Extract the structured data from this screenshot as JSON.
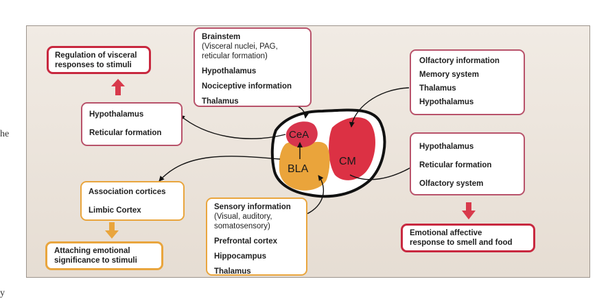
{
  "edge_fragments": {
    "left": "he",
    "bottom": "y"
  },
  "nuclei": {
    "cea": "CeA",
    "bla": "BLA",
    "cm": "CM"
  },
  "colors": {
    "cea": "#d8354d",
    "bla": "#eaa43b",
    "cm": "#dc3144",
    "border_red": "#b8526a",
    "border_orange": "#e9a53d",
    "arrow_red": "#d83a4c",
    "arrow_orange": "#e9a53d"
  },
  "boxes": {
    "brainstem": {
      "title": "Brainstem",
      "detail1": "(Visceral nuclei, PAG,",
      "detail2": "reticular formation)",
      "items": [
        "Hypothalamus",
        "Nociceptive information",
        "Thalamus"
      ]
    },
    "regulation": {
      "line1": "Regulation of visceral",
      "line2": "responses to stimuli"
    },
    "hypo_left": {
      "items": [
        "Hypothalamus",
        "Reticular formation"
      ]
    },
    "olfactory_top": {
      "items": [
        "Olfactory information",
        "Memory system",
        "Thalamus",
        "Hypothalamus"
      ]
    },
    "hypo_right": {
      "items": [
        "Hypothalamus",
        "Reticular formation",
        "Olfactory system"
      ]
    },
    "emotional": {
      "line1": "Emotional affective",
      "line2": "response to smell and food"
    },
    "association": {
      "items": [
        "Association cortices",
        "Limbic Cortex"
      ]
    },
    "attaching": {
      "line1": "Attaching emotional",
      "line2": "significance to stimuli"
    },
    "sensory": {
      "title": "Sensory information",
      "detail1": "(Visual, auditory,",
      "detail2": "somatosensory)",
      "items": [
        "Prefrontal cortex",
        "Hippocampus",
        "Thalamus"
      ]
    }
  }
}
